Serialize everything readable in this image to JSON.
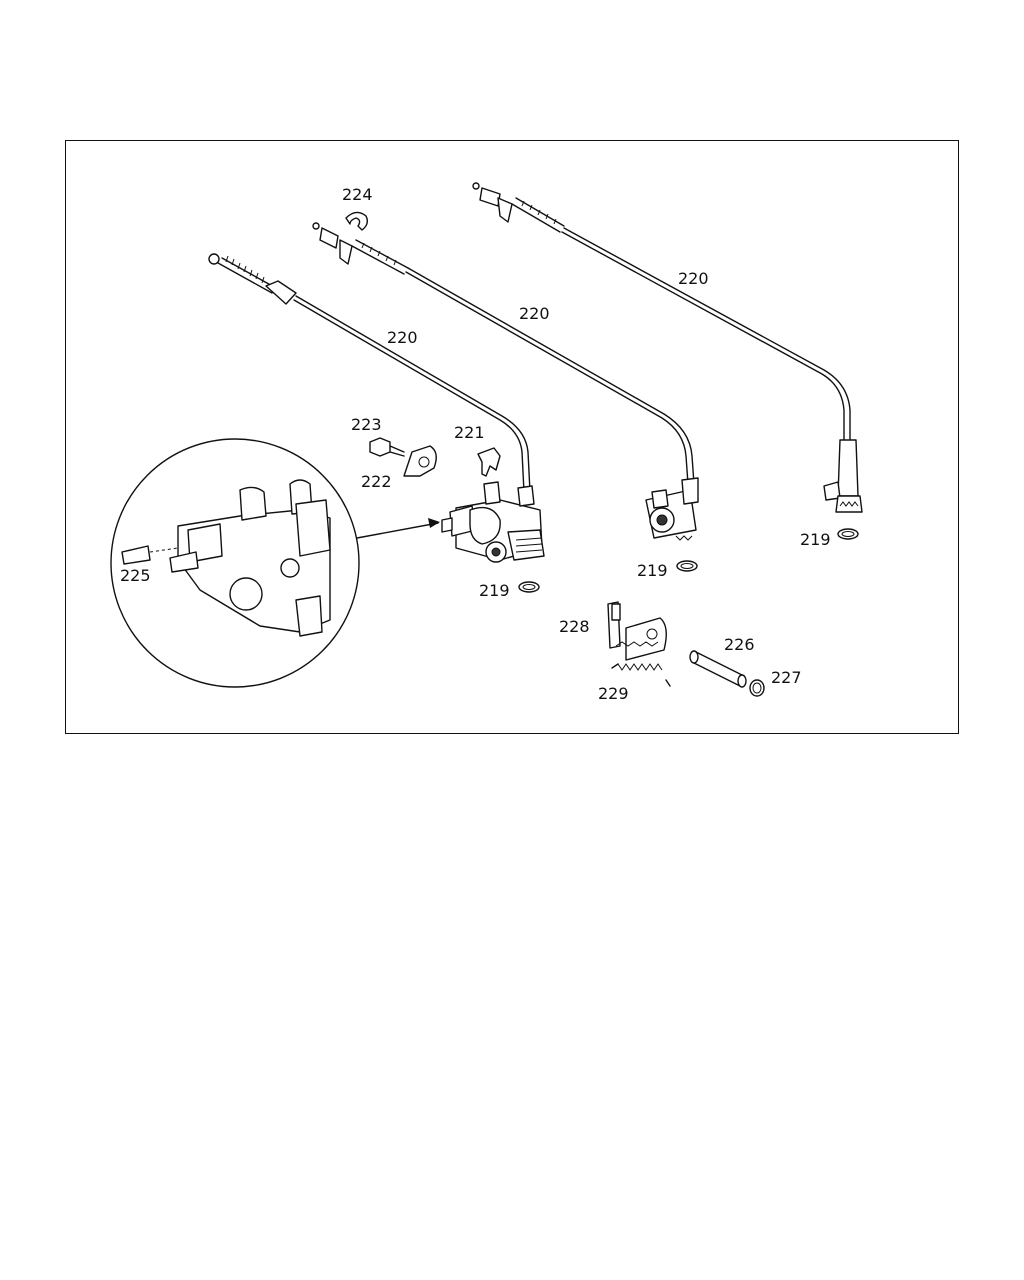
{
  "labels": {
    "l224": "224",
    "l220a": "220",
    "l220b": "220",
    "l220c": "220",
    "l223": "223",
    "l221": "221",
    "l222": "222",
    "l225": "225",
    "l219a": "219",
    "l219b": "219",
    "l219c": "219",
    "l228": "228",
    "l226": "226",
    "l227": "227",
    "l229": "229"
  }
}
